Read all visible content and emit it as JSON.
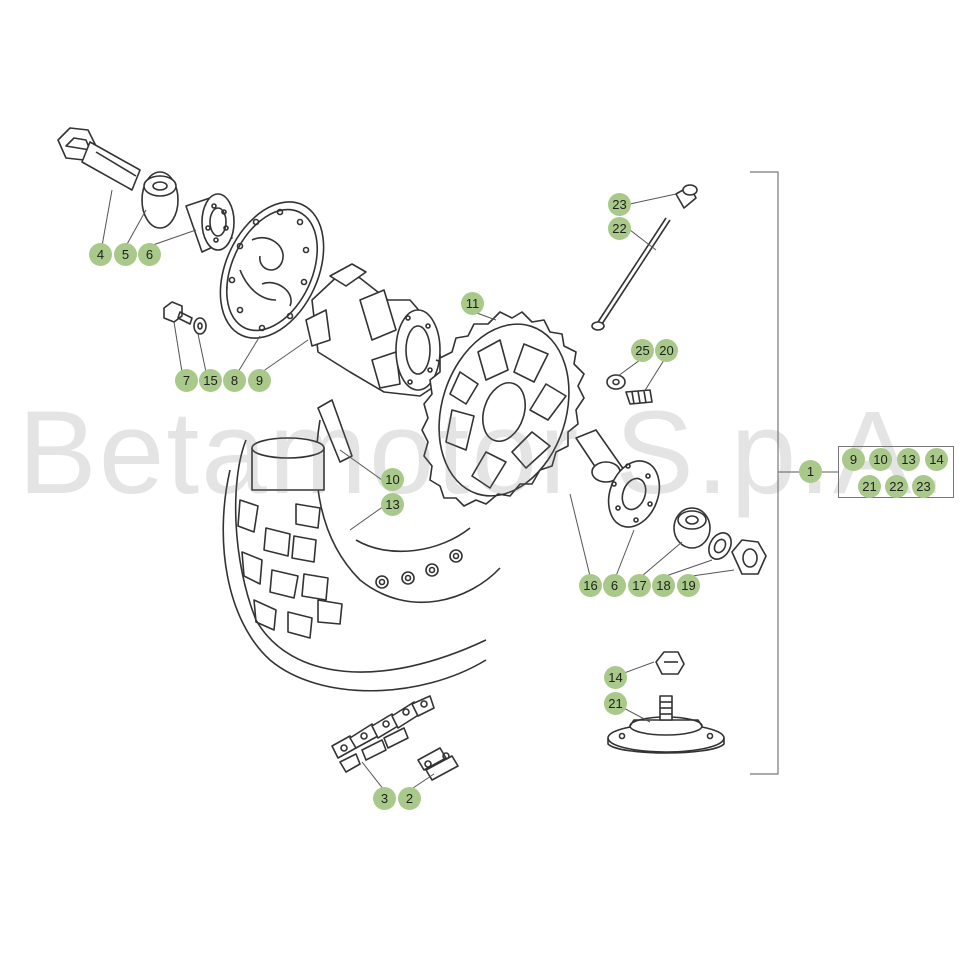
{
  "watermark": "Betamotor S.p.A.",
  "colors": {
    "callout_fill": "#a9c98a",
    "line": "#333333"
  },
  "callouts": {
    "c4": "4",
    "c5": "5",
    "c6a": "6",
    "c7": "7",
    "c15": "15",
    "c8": "8",
    "c9a": "9",
    "c11": "11",
    "c23a": "23",
    "c22a": "22",
    "c25": "25",
    "c20": "20",
    "c10a": "10",
    "c13a": "13",
    "c16": "16",
    "c6b": "6",
    "c17": "17",
    "c18": "18",
    "c19": "19",
    "c1": "1",
    "k9": "9",
    "k10": "10",
    "k13": "13",
    "k14": "14",
    "k21": "21",
    "k22": "22",
    "k23": "23",
    "c14b": "14",
    "c21b": "21",
    "c3": "3",
    "c2": "2"
  }
}
